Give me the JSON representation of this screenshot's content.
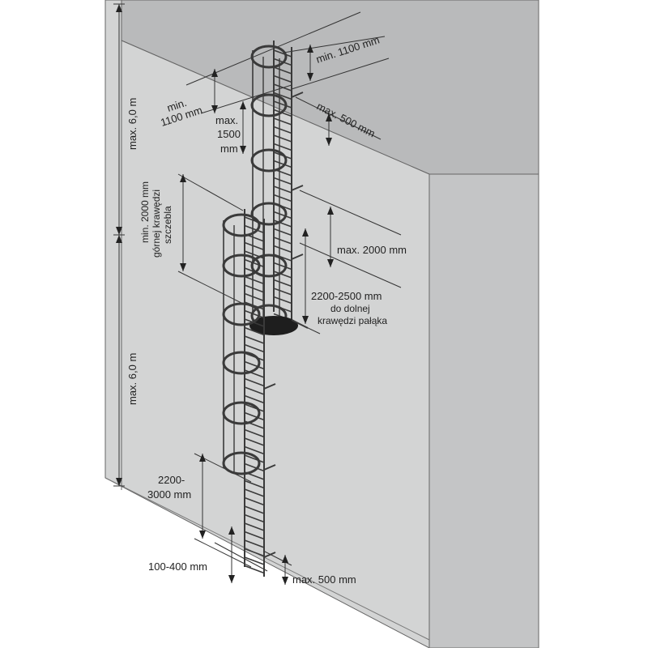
{
  "labels": {
    "top_min_1100_right": "min. 1100 mm",
    "top_min_1100_left_line1": "min.",
    "top_min_1100_left_line2": "1100 mm",
    "max_1500_line1": "max.",
    "max_1500_line2": "1500",
    "max_1500_line3": "mm",
    "top_max_500": "max. 500 mm",
    "max_6m_upper": "max. 6,0 m",
    "max_6m_lower": "max. 6,0 m",
    "min_2000_line1": "min. 2000 mm",
    "min_2000_line2": "górnej krawędzi",
    "min_2000_line3": "szczebla",
    "max_2000_right": "max. 2000 mm",
    "range_2200_2500_line1": "2200-2500 mm",
    "range_2200_2500_line2": "do dolnej",
    "range_2200_2500_line3": "krawędzi pałąka",
    "range_2200_3000_line1": "2200-",
    "range_2200_3000_line2": "3000 mm",
    "range_100_400": "100-400 mm",
    "bottom_max_500": "max. 500 mm"
  },
  "colors": {
    "wall_front": "#d3d4d4",
    "wall_top": "#b9babb",
    "wall_right": "#c4c5c6",
    "outline": "#555555",
    "ladder": "#3a3a3a",
    "platform": "#1e1e1e"
  }
}
